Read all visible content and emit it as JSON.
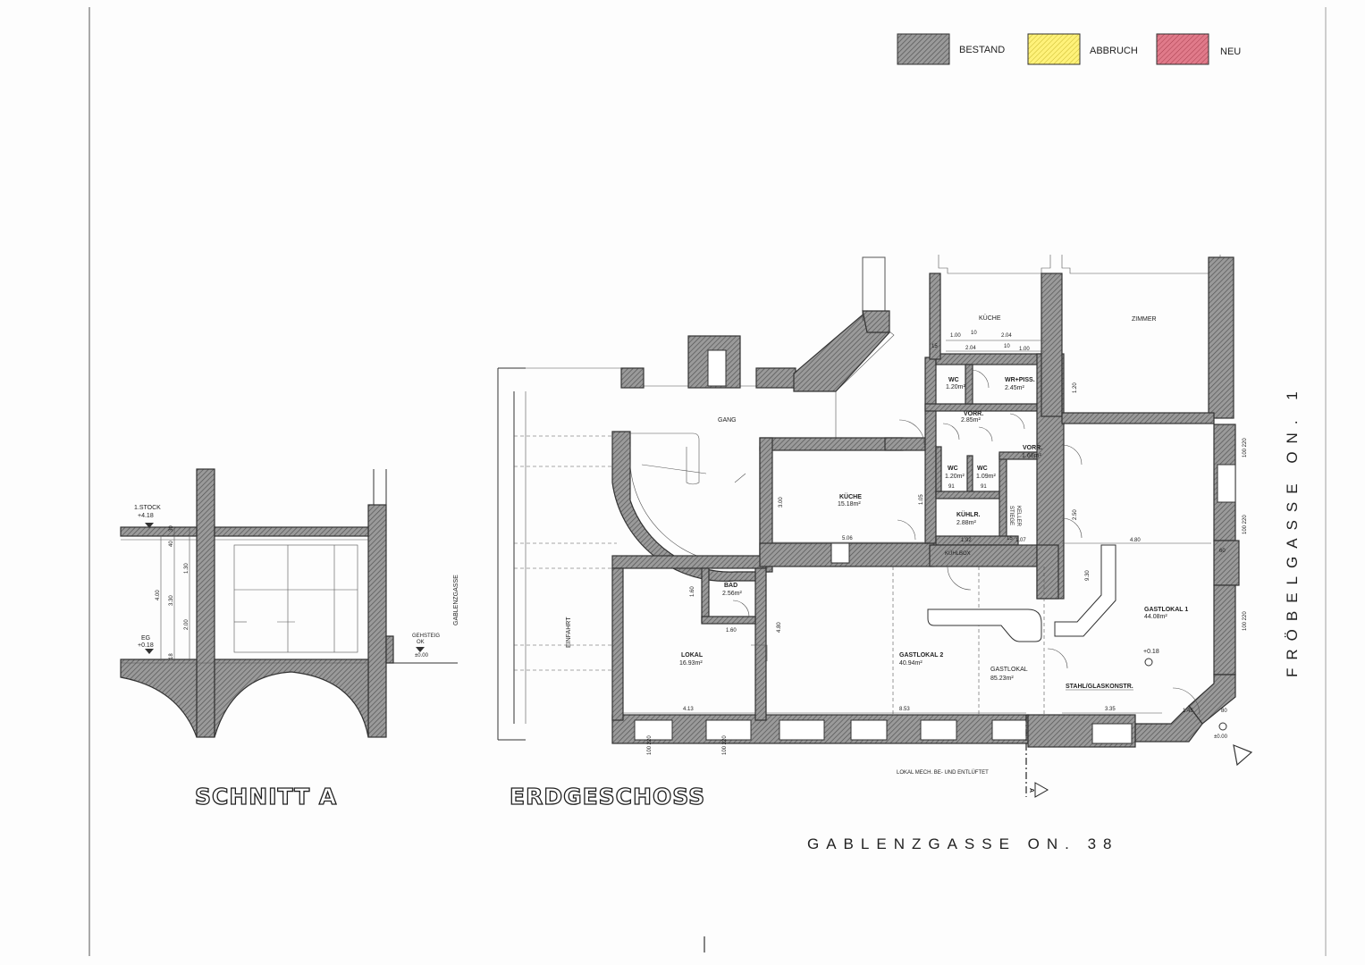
{
  "legend": {
    "bestand": "BESTAND",
    "abbruch": "ABBRUCH",
    "neu": "NEU",
    "colors": {
      "bestand": "#bdbdbd",
      "abbruch": "#fff27a",
      "neu": "#e07a8a"
    }
  },
  "titles": {
    "schnitt": "SCHNITT A",
    "erdgeschoss": "ERDGESCHOSS",
    "street_bottom": "GABLENZGASSE ON. 38",
    "street_right": "FRÖBELGASSE ON. 1",
    "street_section": "GABLENZGASSE"
  },
  "section": {
    "stock_label": "1.STOCK",
    "stock_level": "+4.18",
    "eg_label": "EG",
    "eg_level": "+0.18",
    "gehsteig_label": "GEHSTEIG",
    "gehsteig_ok": "OK",
    "gehsteig_level": "±0.00",
    "dims": [
      "30",
      "40",
      "4.00",
      "3.30",
      "1.30",
      "2.00",
      "18"
    ]
  },
  "rooms": {
    "kueche_top": "KÜCHE",
    "zimmer": "ZIMMER",
    "gang": "GANG",
    "kueche_name": "KÜCHE",
    "kueche_area": "15.18m²",
    "wc1_name": "WC",
    "wc1_area": "1.20m²",
    "wrpiss_name": "WR+PISS.",
    "wrpiss_area": "2.45m²",
    "vorr1_name": "VORR.",
    "vorr1_area": "2.85m²",
    "vorr2_name": "VORR.",
    "vorr2_area": "1.66m²",
    "wc2_name": "WC",
    "wc2_area": "1.20m²",
    "wc3_name": "WC",
    "wc3_area": "1.09m²",
    "kuehlr_name": "KÜHLR.",
    "kuehlr_area": "2.88m²",
    "keller": "KELLER",
    "stiege": "STIEGE",
    "kuehlbox": "KÜHLBOX",
    "bad_name": "BAD",
    "bad_area": "2.56m²",
    "lokal_name": "LOKAL",
    "lokal_area": "16.93m²",
    "gast2_name": "GASTLOKAL 2",
    "gast2_area": "40.94m²",
    "gastlokal_name": "GASTLOKAL",
    "gastlokal_area": "85.23m²",
    "gast1_name": "GASTLOKAL 1",
    "gast1_area": "44.08m²",
    "level": "+0.18",
    "stahl": "STAHL/GLASKONSTR.",
    "einfahrt": "EINFAHRT",
    "ventilation": "LOKAL MECH. BE- UND ENTLÜFTET",
    "corner_level": "±0.00",
    "section_marker": "A"
  },
  "dimensions": {
    "d_1_00a": "1.00",
    "d_10a": "10",
    "d_2_04a": "2.04",
    "d_2_04b": "2.04",
    "d_10b": "10",
    "d_1_00b": "1.00",
    "d_1_20": "1.20",
    "d_3_00": "3.00",
    "d_1_05": "1.05",
    "d_5_06": "5.06",
    "d_1_92": "1.92",
    "d_1_07": "1.07",
    "d_15a": "15",
    "d_15b": "15",
    "d_2_50": "2.50",
    "d_4_80a": "4.80",
    "d_9_30": "9.30",
    "d_1_60a": "1.60",
    "d_1_60b": "1.60",
    "d_4_80b": "4.80",
    "d_4_13": "4.13",
    "d_8_53": "8.53",
    "d_3_35": "3.35",
    "d_1_45": "1.45",
    "d_80": "80",
    "d_60": "60",
    "d_91a": "91",
    "d_91b": "91",
    "w_100_220a": "100 220",
    "w_100_220b": "100 220",
    "w_100_220c": "100 220",
    "w_100_220d": "100 220",
    "w_100_220e": "100 220"
  }
}
